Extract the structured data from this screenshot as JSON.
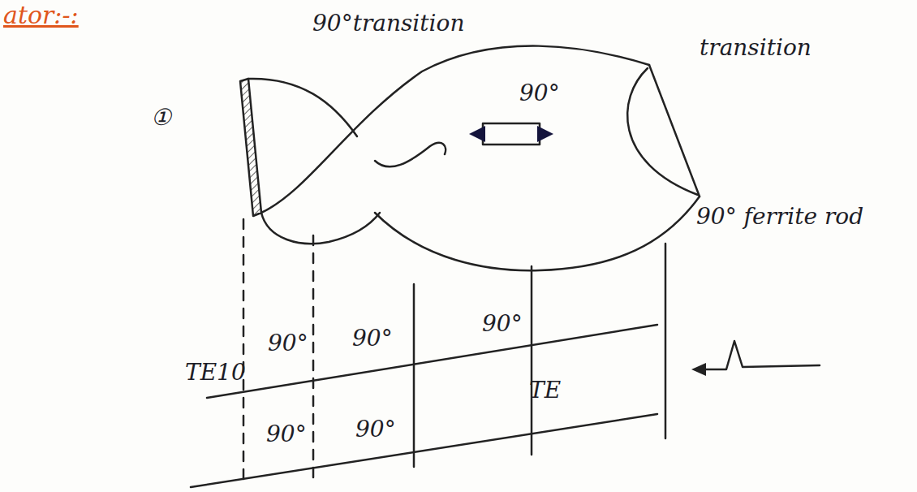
{
  "diagram": {
    "title": "ator:-:",
    "labels": [
      "90°transition",
      "transition",
      "①",
      "90°",
      "90° ferrite rod",
      "TE10",
      "90°",
      "90°",
      "90°",
      "TE",
      "90°",
      "90°"
    ]
  }
}
